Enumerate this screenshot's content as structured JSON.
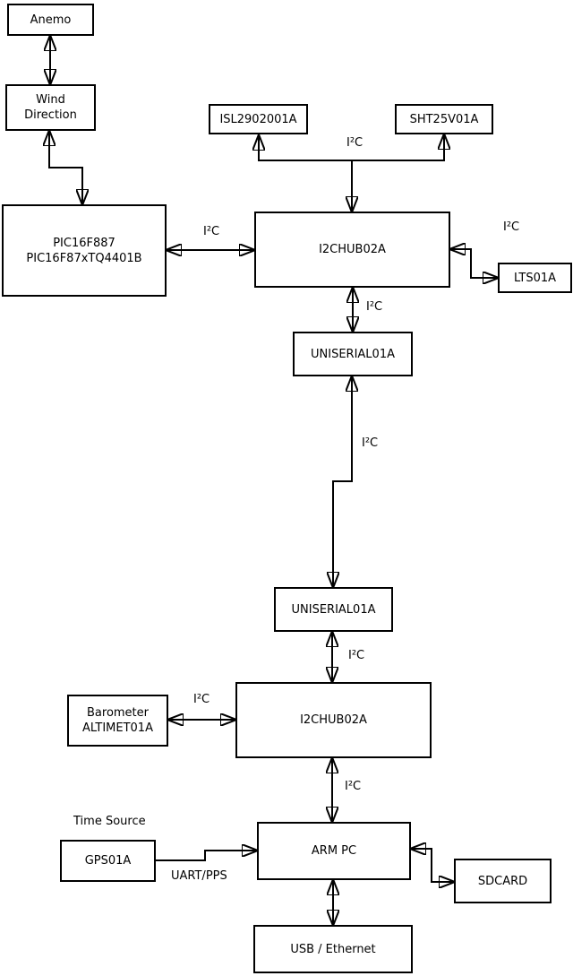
{
  "colors": {
    "background": "#ffffff",
    "line": "#000000",
    "box_border": "#000000",
    "box_fill": "#ffffff",
    "text": "#000000"
  },
  "nodes": {
    "anemo": {
      "label": "Anemo"
    },
    "wind_direction": {
      "line1": "Wind",
      "line2": "Direction"
    },
    "pic": {
      "line1": "PIC16F887",
      "line2": "PIC16F87xTQ4401B"
    },
    "isl": {
      "label": "ISL2902001A"
    },
    "sht": {
      "label": "SHT25V01A"
    },
    "hub1": {
      "label": "I2CHUB02A"
    },
    "lts": {
      "label": "LTS01A"
    },
    "uniserial1": {
      "label": "UNISERIAL01A"
    },
    "uniserial2": {
      "label": "UNISERIAL01A"
    },
    "hub2": {
      "label": "I2CHUB02A"
    },
    "barometer": {
      "line1": "Barometer",
      "line2": "ALTIMET01A"
    },
    "gps": {
      "label": "GPS01A"
    },
    "arm_pc": {
      "label": "ARM PC"
    },
    "sdcard": {
      "label": "SDCARD"
    },
    "usb_ethernet": {
      "label": "USB / Ethernet"
    }
  },
  "bus_labels": {
    "sensors_top": "I²C",
    "pic_hub1": "I²C",
    "hub1_lts": "I²C",
    "hub1_uniserial1": "I²C",
    "uniserial_link": "I²C",
    "uniserial2_hub2": "I²C",
    "barometer_hub2": "I²C",
    "hub2_arm": "I²C",
    "time_source": "Time Source",
    "gps_arm": "UART/PPS"
  }
}
